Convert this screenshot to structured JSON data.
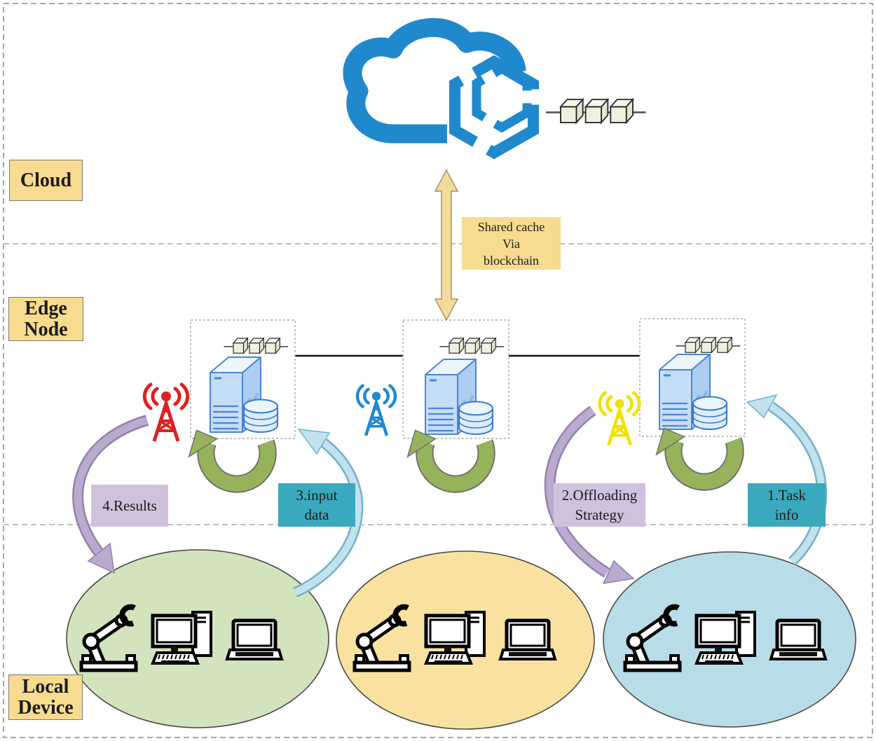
{
  "colors": {
    "label_yellow": "#f7db8f",
    "label_purple": "#cfc2dd",
    "label_teal": "#3ba9bd",
    "cloud_blue": "#2088cc",
    "arrow_green": "#96b35c",
    "arrow_purple": "#b9aace",
    "arrow_blue": "#c3e2ee",
    "arrow_yellow": "#f2dc9b",
    "antenna_red": "#e02020",
    "antenna_blue": "#1e88d0",
    "antenna_yellow": "#f0e206",
    "ellipse_green": "#d3e3bd",
    "ellipse_yellow": "#f9e2a0",
    "ellipse_blue": "#b9dde8",
    "server_blue": "#c6ddf6",
    "text": "#1b1b1b"
  },
  "sections": {
    "cloud": {
      "label": "Cloud"
    },
    "edge": {
      "label_line1": "Edge",
      "label_line2": "Node"
    },
    "local": {
      "label_line1": "Local",
      "label_line2": "Device"
    }
  },
  "annotations": {
    "shared_cache": {
      "line1": "Shared cache",
      "line2": "Via",
      "line3": "blockchain"
    },
    "results": {
      "line1": "4.Results"
    },
    "input_data": {
      "line1": "3.input",
      "line2": "data"
    },
    "offloading": {
      "line1": "2.Offloading",
      "line2": "Strategy"
    },
    "task_info": {
      "line1": "1.Task",
      "line2": "info"
    }
  },
  "icons": {
    "cloud": "cloud-blockchain-icon",
    "blockchain": "blockchain-cubes-icon",
    "server": "edge-server-icon",
    "antennas": [
      "antenna-icon-red",
      "antenna-icon-blue",
      "antenna-icon-yellow"
    ],
    "cache_cycle": "green-cycle-arrow-icon",
    "devices": [
      "robot-arm-icon",
      "desktop-computer-icon",
      "laptop-icon"
    ]
  }
}
